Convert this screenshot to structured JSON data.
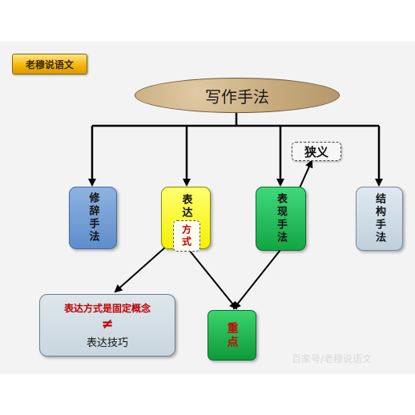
{
  "badge": "老穆说语文",
  "title": "写作手法",
  "boxes": {
    "xiuci": "修辞手法",
    "biaoda": "表达",
    "fangshi": "方式",
    "biaoxian": "表现手法",
    "jiegou": "结构手法",
    "xiayi": "狭义",
    "zhongdian": "重点"
  },
  "concept": {
    "line1": "表达方式是固定概念",
    "symbol": "≠",
    "line2": "表达技巧"
  },
  "watermark": "百家号/老穆说语文"
}
